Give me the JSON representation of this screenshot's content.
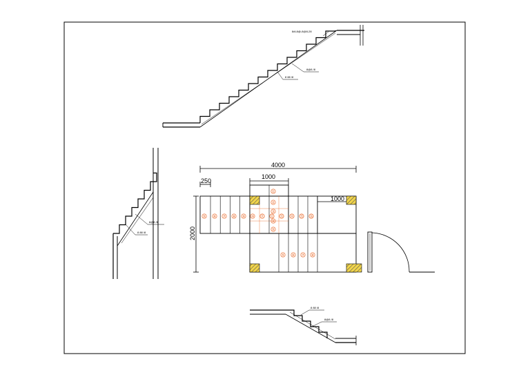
{
  "dimensions": {
    "total_length": "4000",
    "landing_width": "1000",
    "right_landing": "1000",
    "tread": "250",
    "height": "2000"
  },
  "annotations": {
    "top_label": "8#L8@-8@8-28",
    "rebar_a": "8@8 /8",
    "rebar_b": "8 88 /8",
    "left_a": "8@8 /8",
    "left_b": "8 88 /8",
    "bottom_a": "8 88 /8",
    "bottom_b": "8@8 /8"
  },
  "colors": {
    "line": "#000000",
    "marker": "#e8601c",
    "hatch": "#f2d54a"
  },
  "markers": {
    "row": [
      "⑤",
      "⑥",
      "⑦",
      "⑧",
      "⑨",
      "⑩",
      "⑪",
      "⑫",
      "⑬",
      "⑭",
      "⑮",
      "⑯"
    ],
    "column": [
      "①",
      "②",
      "③",
      "④",
      "⑤"
    ],
    "lower": [
      "⑤",
      "⑥",
      "⑦",
      "⑧"
    ]
  }
}
